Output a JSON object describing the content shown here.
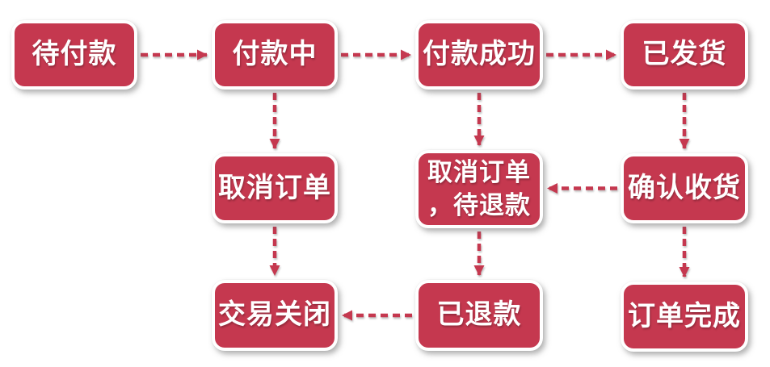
{
  "diagram": {
    "type": "flowchart",
    "background": "#FFFFFF",
    "node_style": {
      "fill": "#C5384F",
      "text_color": "#FFFFFF",
      "border_color": "#FFFFFF"
    },
    "arrow_color": "#C5384F",
    "arrow_style": "dashed",
    "nodes": [
      {
        "id": "pending-payment",
        "label": "待付款"
      },
      {
        "id": "paying",
        "label": "付款中"
      },
      {
        "id": "payment-success",
        "label": "付款成功"
      },
      {
        "id": "shipped",
        "label": "已发货"
      },
      {
        "id": "cancel-order",
        "label": "取消订单"
      },
      {
        "id": "cancel-order-refund-pending",
        "label": "取消订单，待退款",
        "lines": [
          "取消订单",
          "，待退款"
        ]
      },
      {
        "id": "confirm-receipt",
        "label": "确认收货"
      },
      {
        "id": "trade-closed",
        "label": "交易关闭"
      },
      {
        "id": "refunded",
        "label": "已退款"
      },
      {
        "id": "order-complete",
        "label": "订单完成"
      }
    ],
    "edges": [
      {
        "from": "pending-payment",
        "to": "paying"
      },
      {
        "from": "paying",
        "to": "payment-success"
      },
      {
        "from": "payment-success",
        "to": "shipped"
      },
      {
        "from": "paying",
        "to": "cancel-order"
      },
      {
        "from": "payment-success",
        "to": "cancel-order-refund-pending"
      },
      {
        "from": "shipped",
        "to": "confirm-receipt"
      },
      {
        "from": "confirm-receipt",
        "to": "cancel-order-refund-pending"
      },
      {
        "from": "cancel-order",
        "to": "trade-closed"
      },
      {
        "from": "cancel-order-refund-pending",
        "to": "refunded"
      },
      {
        "from": "refunded",
        "to": "trade-closed"
      },
      {
        "from": "confirm-receipt",
        "to": "order-complete"
      }
    ]
  }
}
